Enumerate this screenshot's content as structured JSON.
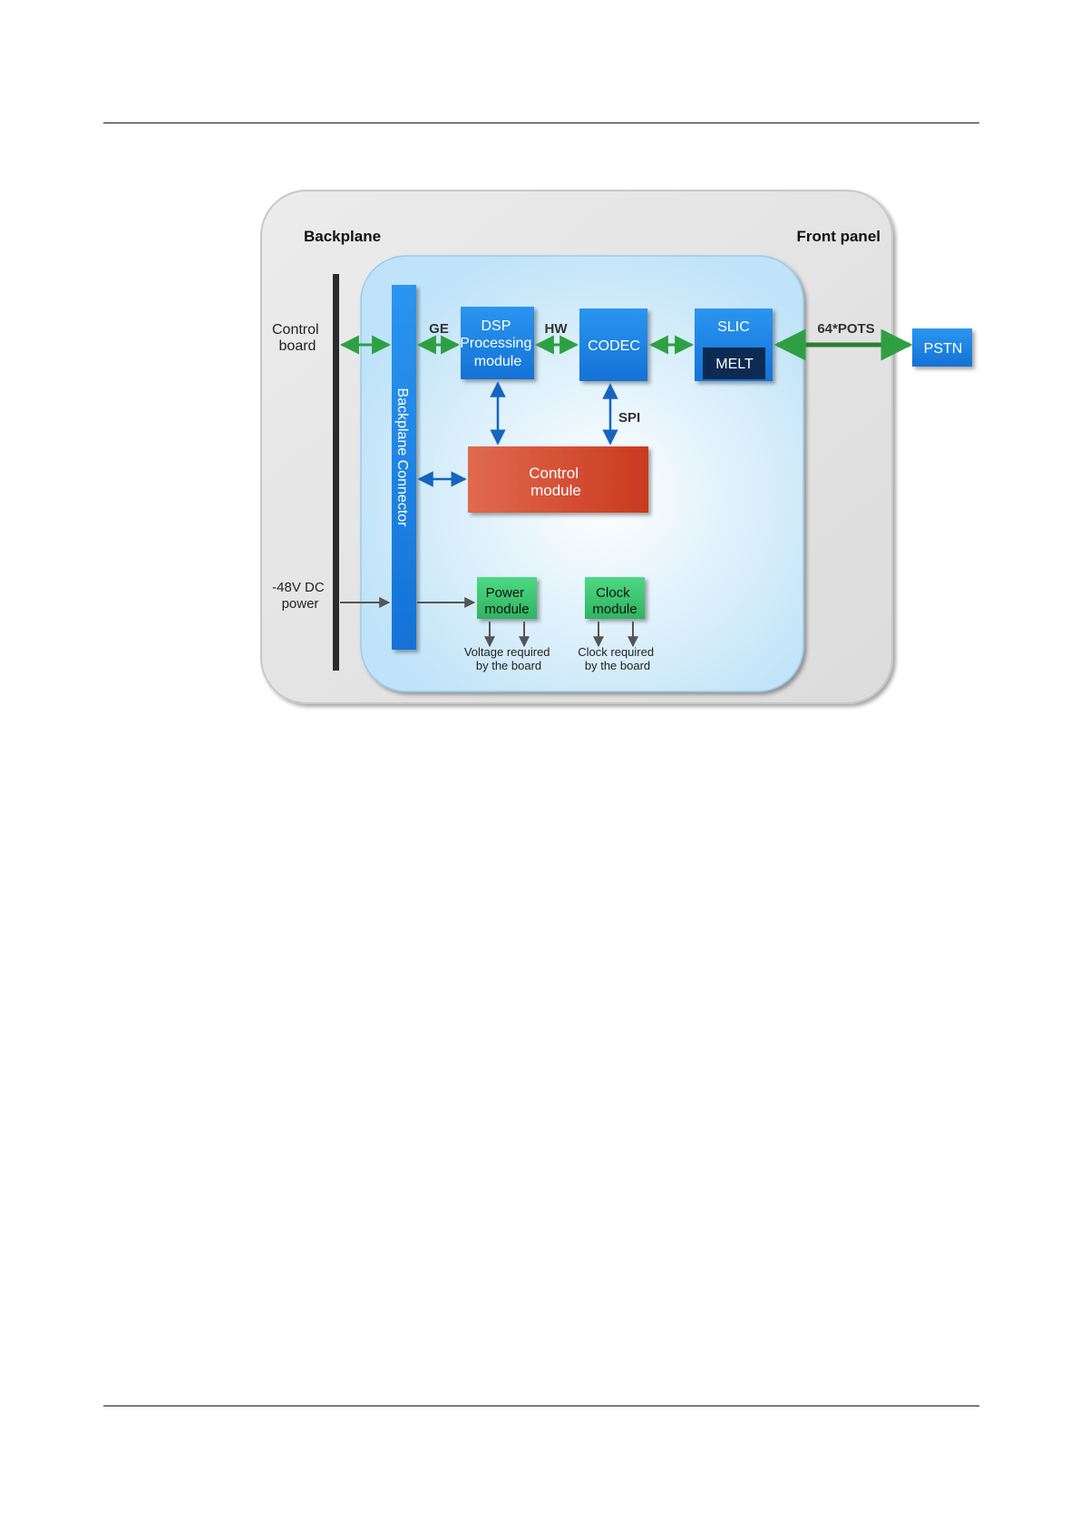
{
  "diagram": {
    "backplane_title": "Backplane",
    "front_panel_title": "Front panel",
    "control_board": [
      "Control",
      "board"
    ],
    "dc_power": [
      "-48V DC",
      "power"
    ],
    "backplane_connector": "Backplane Connector",
    "ge": "GE",
    "hw": "HW",
    "spi": "SPI",
    "pots": "64*POTS",
    "dsp": [
      "DSP",
      "Processing",
      "module"
    ],
    "codec": "CODEC",
    "slic": "SLIC",
    "melt": "MELT",
    "pstn": "PSTN",
    "control_module": [
      "Control",
      "module"
    ],
    "power_module": [
      "Power",
      "module"
    ],
    "clock_module": [
      "Clock",
      "module"
    ],
    "voltage_required": [
      "Voltage required",
      "by the board"
    ],
    "clock_required": [
      "Clock required",
      "by the board"
    ],
    "colors": {
      "blue_box": "#1e88e5",
      "blue_box_dark": "#1565c0",
      "melt_box": "#0d2b52",
      "control_red": "#d9472b",
      "green_box": "#3ec46d",
      "green_arrow": "#2ea043",
      "blue_arrow": "#1565c0",
      "gray_arrow": "#555555",
      "outer_panel": "#e6e6e6",
      "inner_panel": "#cfe9fa"
    }
  }
}
